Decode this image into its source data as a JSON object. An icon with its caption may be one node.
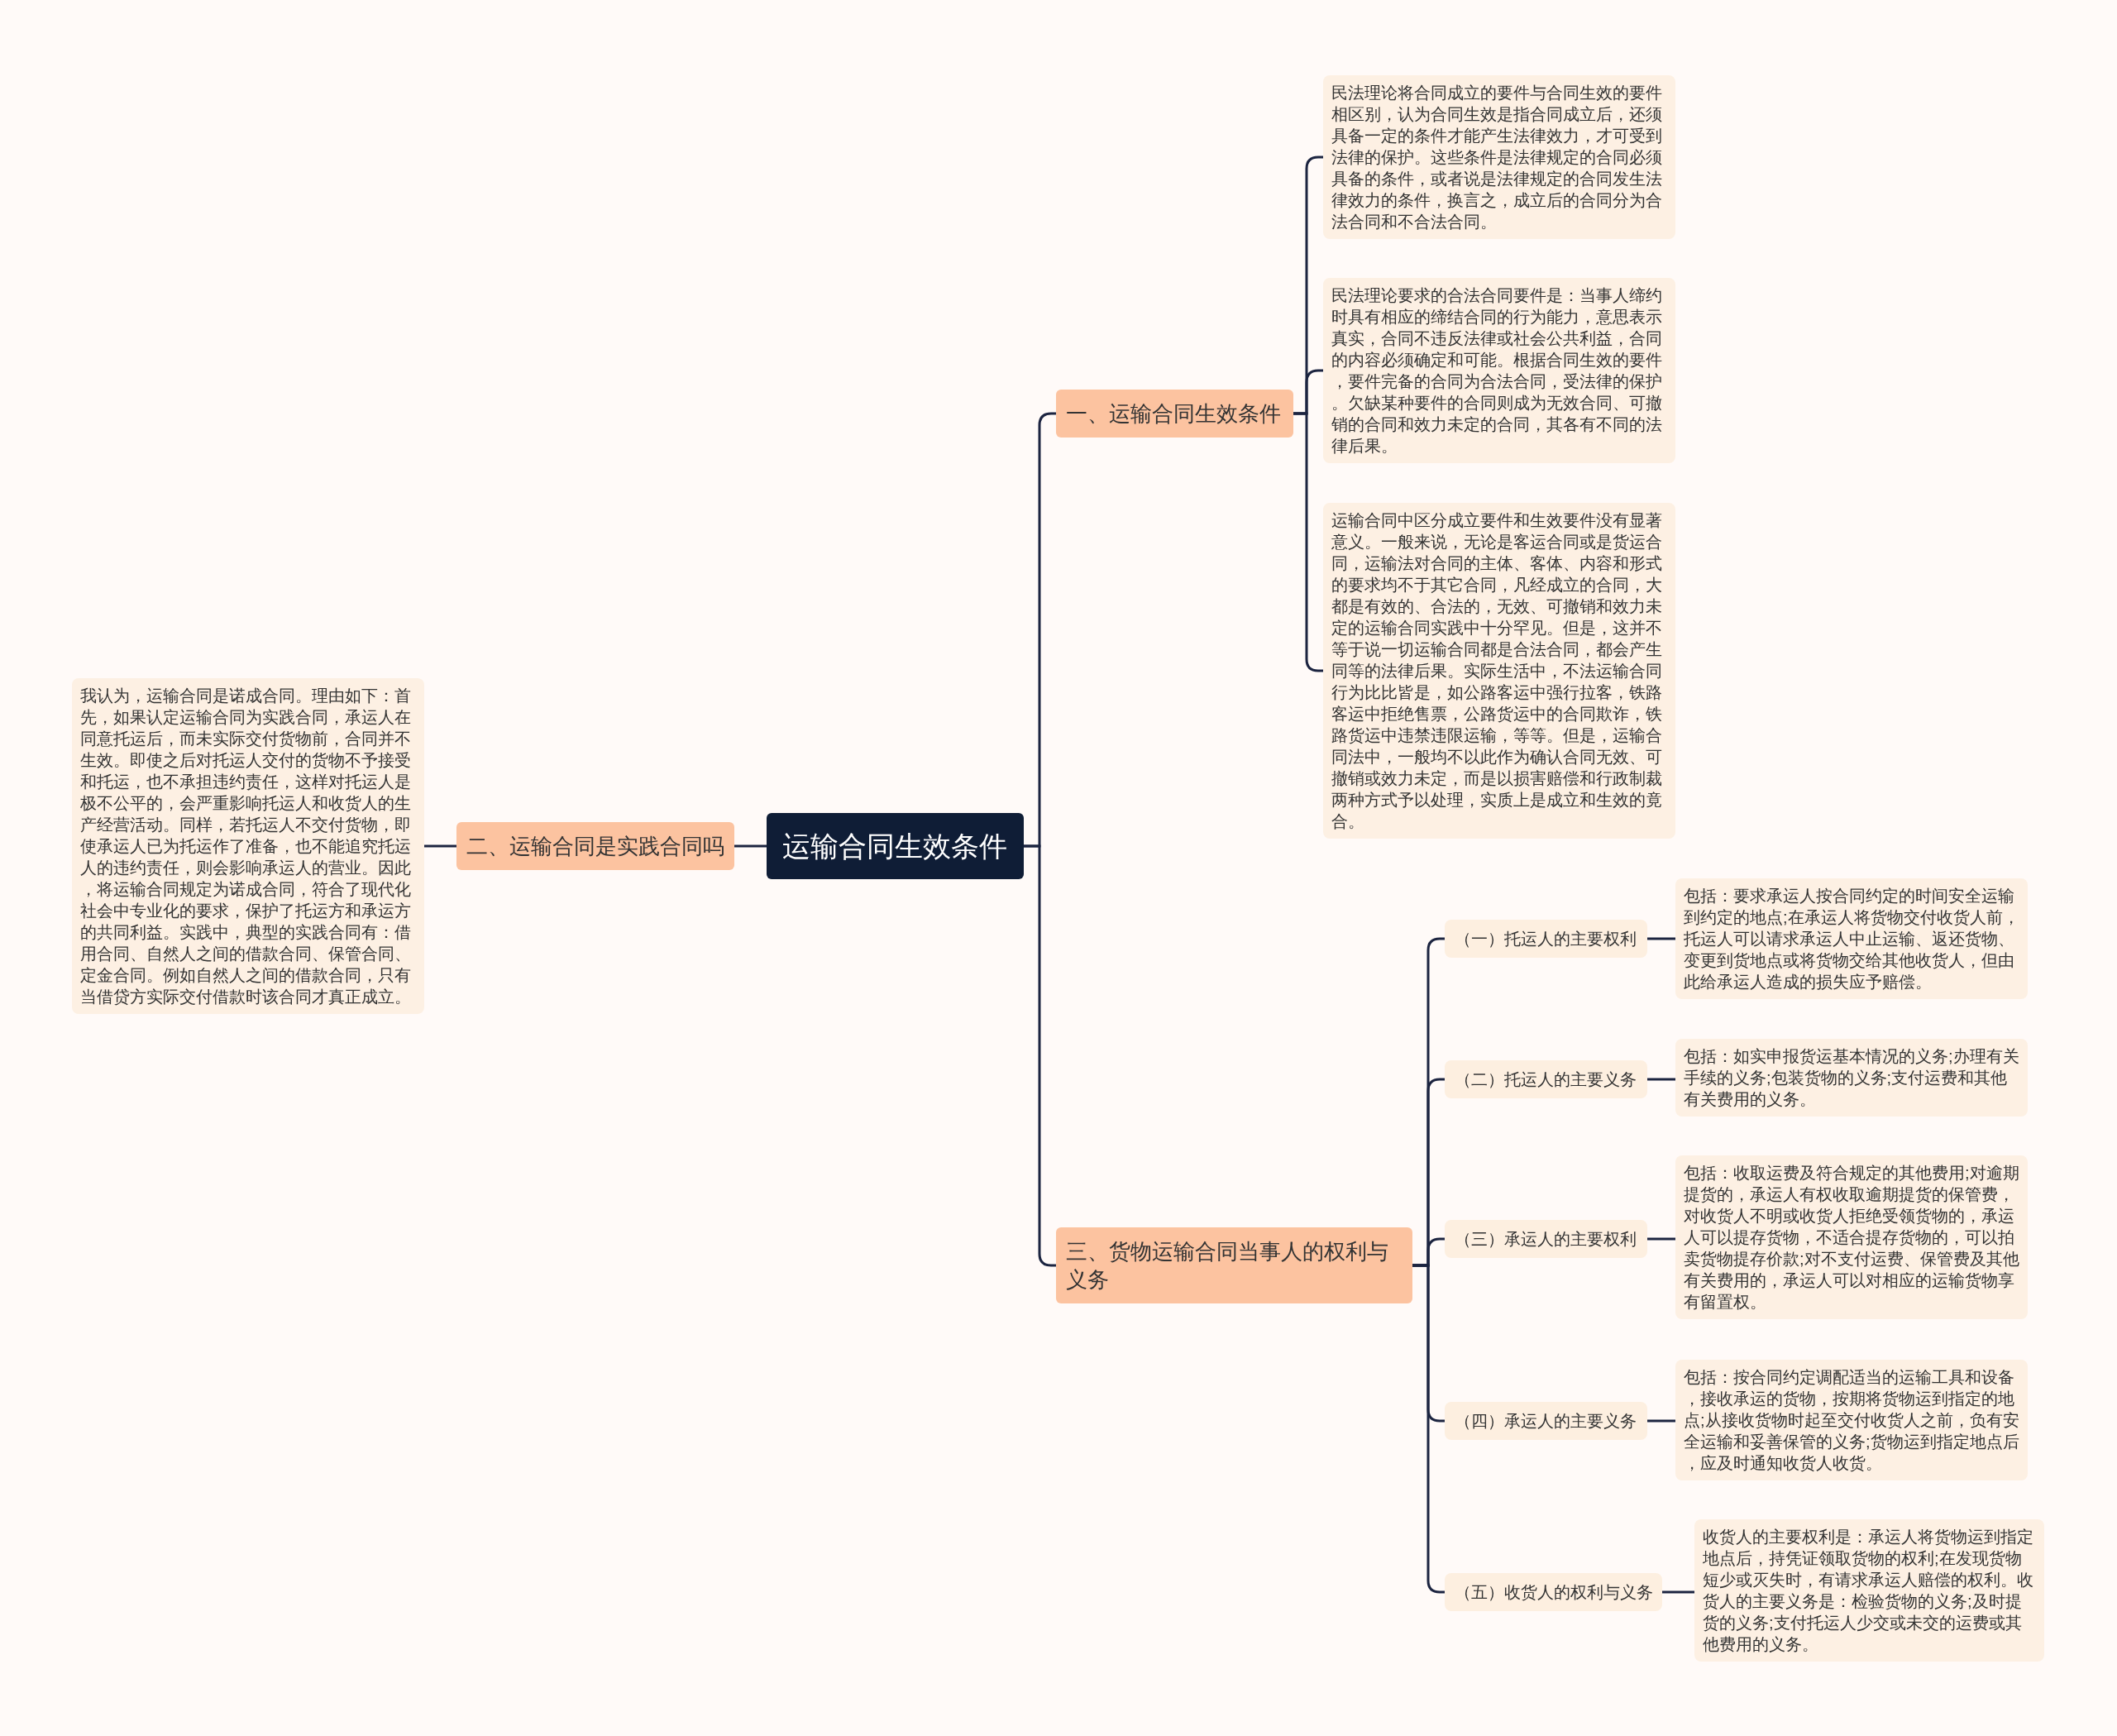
{
  "diagram": {
    "nodes": [
      {
        "text": [
          "运输合同生效条件"
        ]
      },
      {
        "text": [
          "一、运输合同生效条件"
        ]
      },
      {
        "text": [
          "民法理论将合同成立的要件与合同生效的要件相区别，认为合同生效是指合同成立后，还须具备一定的条件才能产生法律效力，才可受到法律的保护。这些条件是法律规定的合同必须具备的条件，或者说是法律规定的合同发生法律效力的条件，换言之，成立后的合同分为合法合同和不合法合同。"
        ]
      },
      {
        "text": [
          "民法理论要求的合法合同要件是：当事人缔约时具有相应的缔结合同的行为能力，意思表示真实，合同不违反法律或社会公共利益，合同的内容必须确定和可能。根据合同生效的要件，要件完备的合同为合法合同，受法律的保护。欠缺某种要件的合同则成为无效合同、可撤销的合同和效力未定的合同，其各有不同的法律后果。"
        ]
      },
      {
        "text": [
          "运输合同中区分成立要件和生效要件没有显著意义。一般来说，无论是客运合同或是货运合同，运输法对合同的主体、客体、内容和形式的要求均不于其它合同，凡经成立的合同，大都是有效的、合法的，无效、可撤销和效力未定的运输合同实践中十分罕见。但是，这并不等于说一切运输合同都是合法合同，都会产生同等的法律后果。实际生活中，不法运输合同行为比比皆是，如公路客运中强行拉客，铁路客运中拒绝售票，公路货运中的合同欺诈，铁路货运中违禁违限运输，等等。但是，运输合同法中，一般均不以此作为确认合同无效、可撤销或效力未定，而是以损害赔偿和行政制裁两种方式予以处理，实质上是成立和生效的竟合。"
        ]
      },
      {
        "text": [
          "二、运输合同是实践合同吗"
        ]
      },
      {
        "text": [
          "我认为，运输合同是诺成合同。理由如下：首先，如果认定运输合同为实践合同，承运人在同意托运后，而未实际交付货物前，合同并不生效。即使之后对托运人交付的货物不予接受和托运，也不承担违约责任，这样对托运人是极不公平的，会严重影响托运人和收货人的生产经营活动。同样，若托运人不交付货物，即使承运人已为托运作了准备，也不能追究托运人的违约责任，则会影响承运人的营业。因此，将运输合同规定为诺成合同，符合了现代化社会中专业化的要求，保护了托运方和承运方的共同利益。实践中，典型的实践合同有：借用合同、自然人之间的借款合同、保管合同、定金合同。例如自然人之间的借款合同，只有当借贷方实际交付借款时该合同才真正成立。"
        ]
      },
      {
        "text": [
          "三、货物运输合同当事人的权利与义务"
        ]
      },
      {
        "text": [
          "（一）托运人的主要权利"
        ]
      },
      {
        "text": [
          "包括：要求承运人按合同约定的时间安全运输到约定的地点;在承运人将货物交付收货人前，托运人可以请求承运人中止运输、返还货物、变更到货地点或将货物交给其他收货人，但由此给承运人造成的损失应予赔偿。"
        ]
      },
      {
        "text": [
          "（二）托运人的主要义务"
        ]
      },
      {
        "text": [
          "包括：如实申报货运基本情况的义务;办理有关手续的义务;包装货物的义务;支付运费和其他有关费用的义务。"
        ]
      },
      {
        "text": [
          "（三）承运人的主要权利"
        ]
      },
      {
        "text": [
          "包括：收取运费及符合规定的其他费用;对逾期提货的，承运人有权收取逾期提货的保管费，对收货人不明或收货人拒绝受领货物的，承运人可以提存货物，不适合提存货物的，可以拍卖货物提存价款;对不支付运费、保管费及其他有关费用的，承运人可以对相应的运输货物享有留置权。"
        ]
      },
      {
        "text": [
          "（四）承运人的主要义务"
        ]
      },
      {
        "text": [
          "包括：按合同约定调配适当的运输工具和设备，接收承运的货物，按期将货物运到指定的地点;从接收货物时起至交付收货人之前，负有安全运输和妥善保管的义务;货物运到指定地点后，应及时通知收货人收货。"
        ]
      },
      {
        "text": [
          "（五）收货人的权利与义务"
        ]
      },
      {
        "text": [
          "收货人的主要权利是：承运人将货物运到指定地点后，持凭证领取货物的权利;在发现货物短少或灭失时，有请求承运人赔偿的权利。收货人的主要义务是：检验货物的义务;及时提货的义务;支付托运人少交或未交的运费或其他费用的义务。"
        ]
      }
    ],
    "edges": [
      {
        "from": 0,
        "to": 1,
        "arrow": "none"
      },
      {
        "from": 1,
        "to": 2,
        "arrow": "none"
      },
      {
        "from": 1,
        "to": 3,
        "arrow": "none"
      },
      {
        "from": 1,
        "to": 4,
        "arrow": "none"
      },
      {
        "from": 0,
        "to": 5,
        "arrow": "none"
      },
      {
        "from": 5,
        "to": 6,
        "arrow": "none"
      },
      {
        "from": 0,
        "to": 7,
        "arrow": "none"
      },
      {
        "from": 7,
        "to": 8,
        "arrow": "none"
      },
      {
        "from": 8,
        "to": 9,
        "arrow": "none"
      },
      {
        "from": 7,
        "to": 10,
        "arrow": "none"
      },
      {
        "from": 10,
        "to": 11,
        "arrow": "none"
      },
      {
        "from": 7,
        "to": 12,
        "arrow": "none"
      },
      {
        "from": 12,
        "to": 13,
        "arrow": "none"
      },
      {
        "from": 7,
        "to": 14,
        "arrow": "none"
      },
      {
        "from": 14,
        "to": 15,
        "arrow": "none"
      },
      {
        "from": 7,
        "to": 16,
        "arrow": "none"
      },
      {
        "from": 16,
        "to": 17,
        "arrow": "none"
      }
    ]
  }
}
